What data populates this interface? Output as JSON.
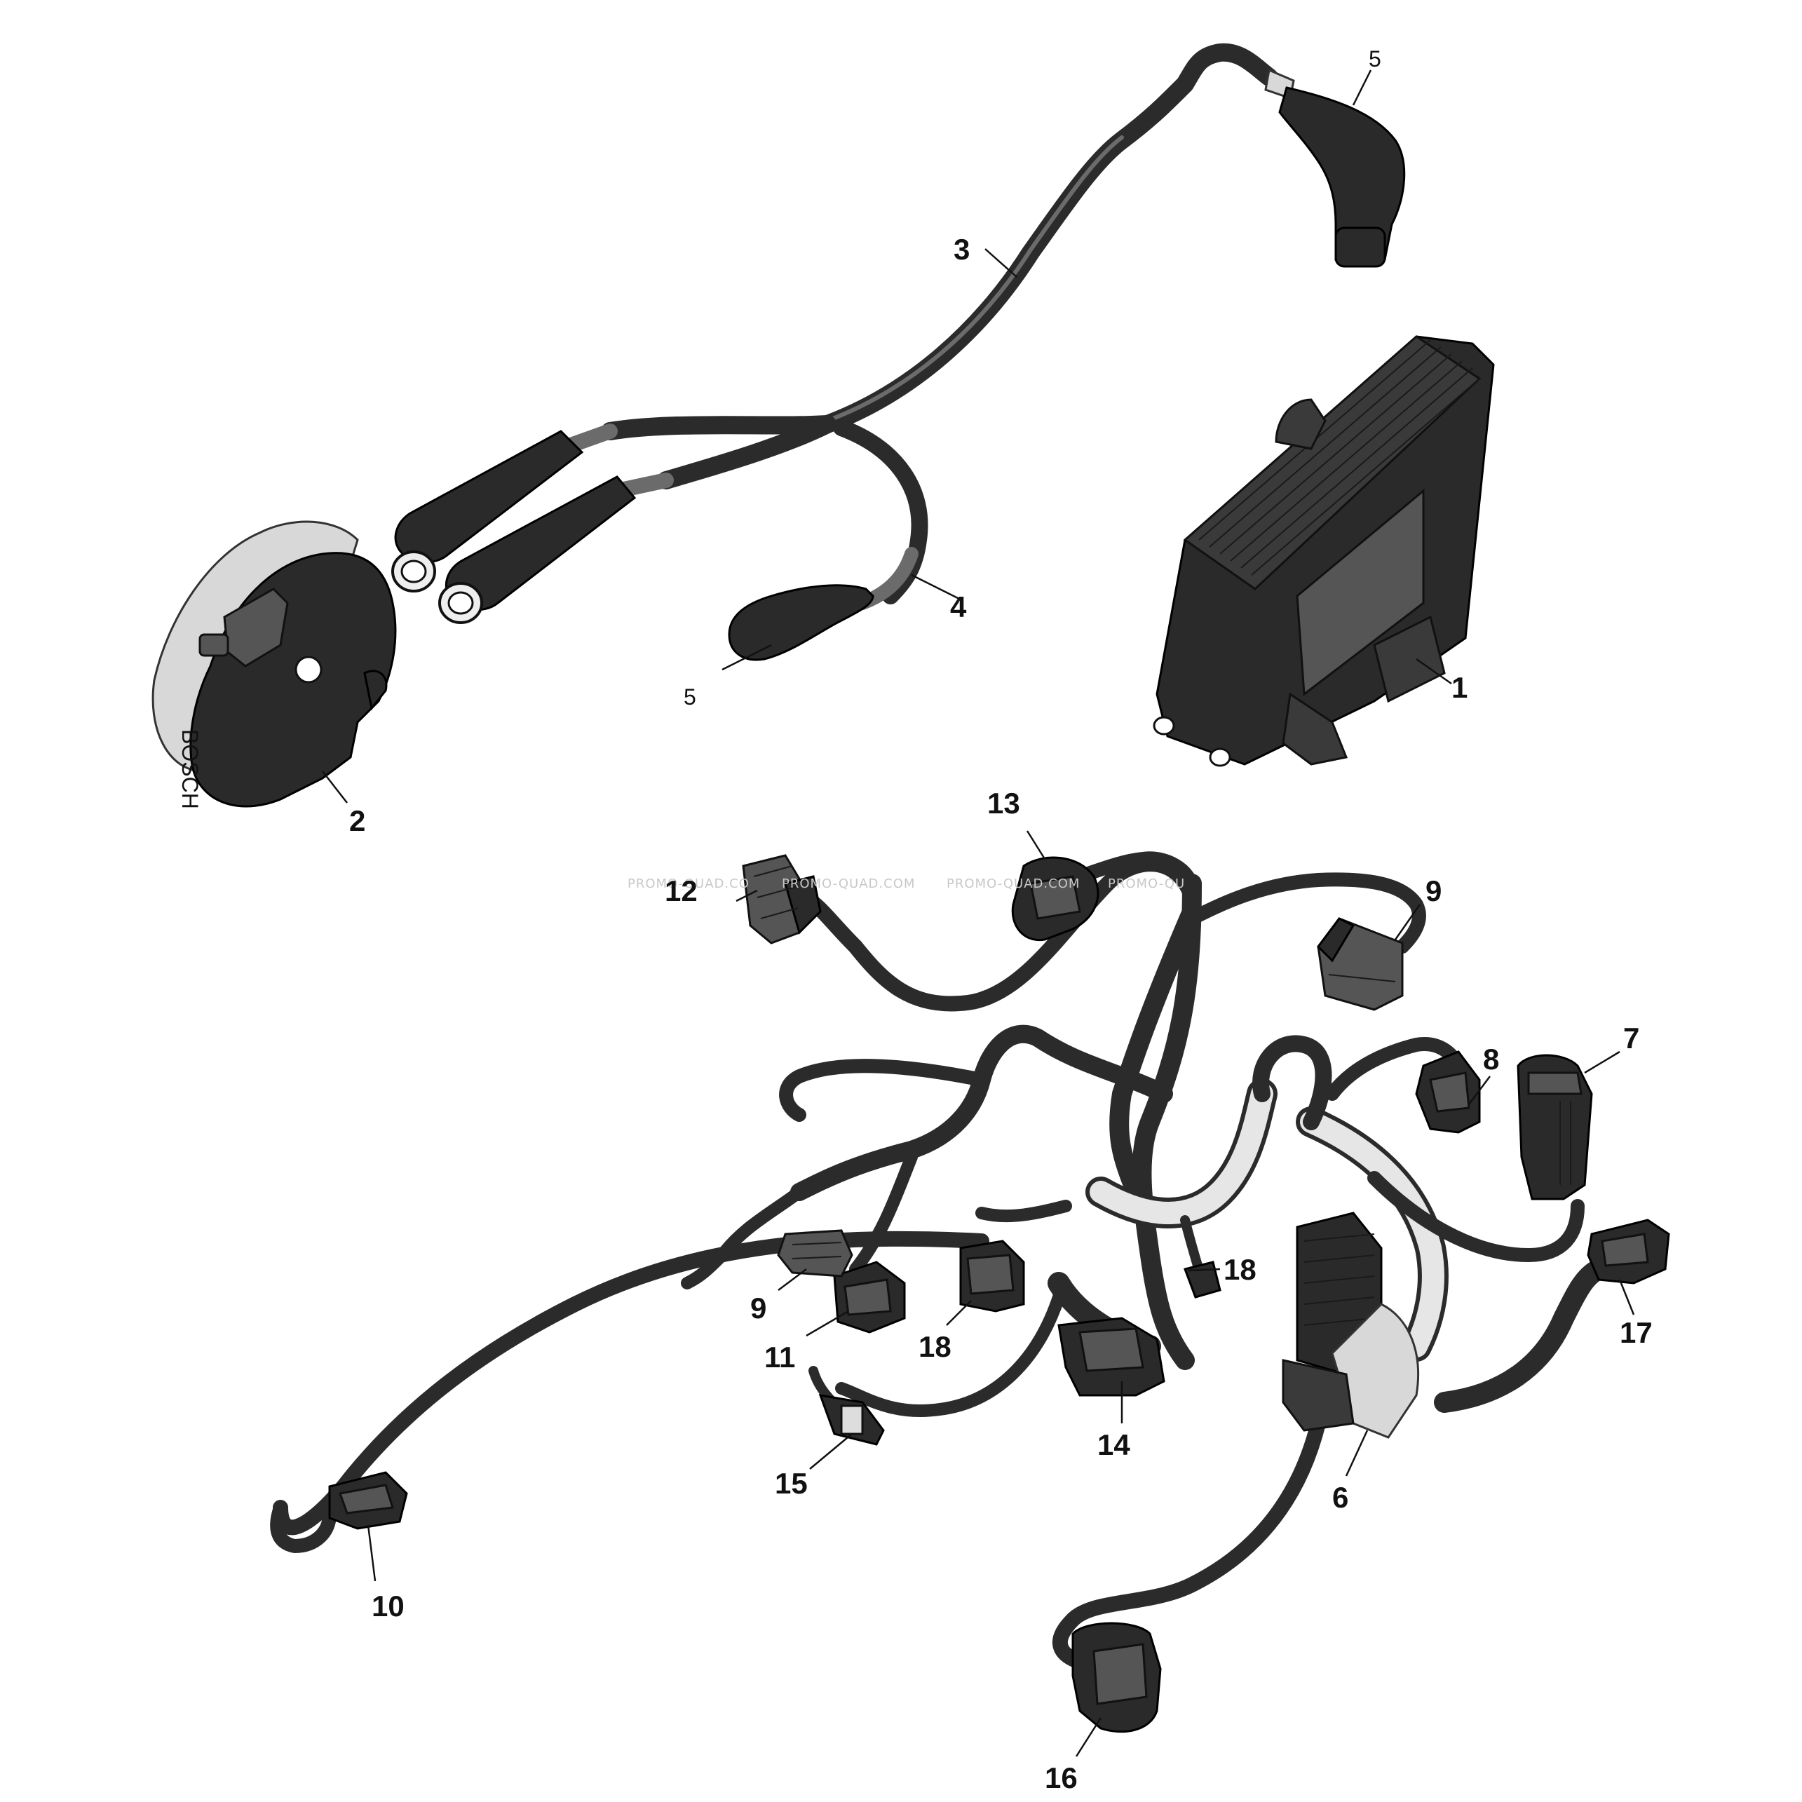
{
  "callouts": {
    "n1": "1",
    "n2": "2",
    "n3": "3",
    "n4": "4",
    "n5_top": "5",
    "n5_bottom": "5",
    "n6": "6",
    "n7": "7",
    "n8": "8",
    "n9_top": "9",
    "n9_bottom": "9",
    "n10": "10",
    "n11": "11",
    "n12": "12",
    "n13": "13",
    "n14": "14",
    "n15": "15",
    "n16": "16",
    "n17": "17",
    "n18_right": "18",
    "n18_left": "18"
  },
  "watermarks": {
    "w1": "PROMO-QUAD.CO",
    "w2": "PROMO-QUAD.COM",
    "w3": "PROMO-QUAD.COM",
    "w4": "PROMO-QU"
  },
  "logos": {
    "coil_brand": "BOSCH"
  }
}
